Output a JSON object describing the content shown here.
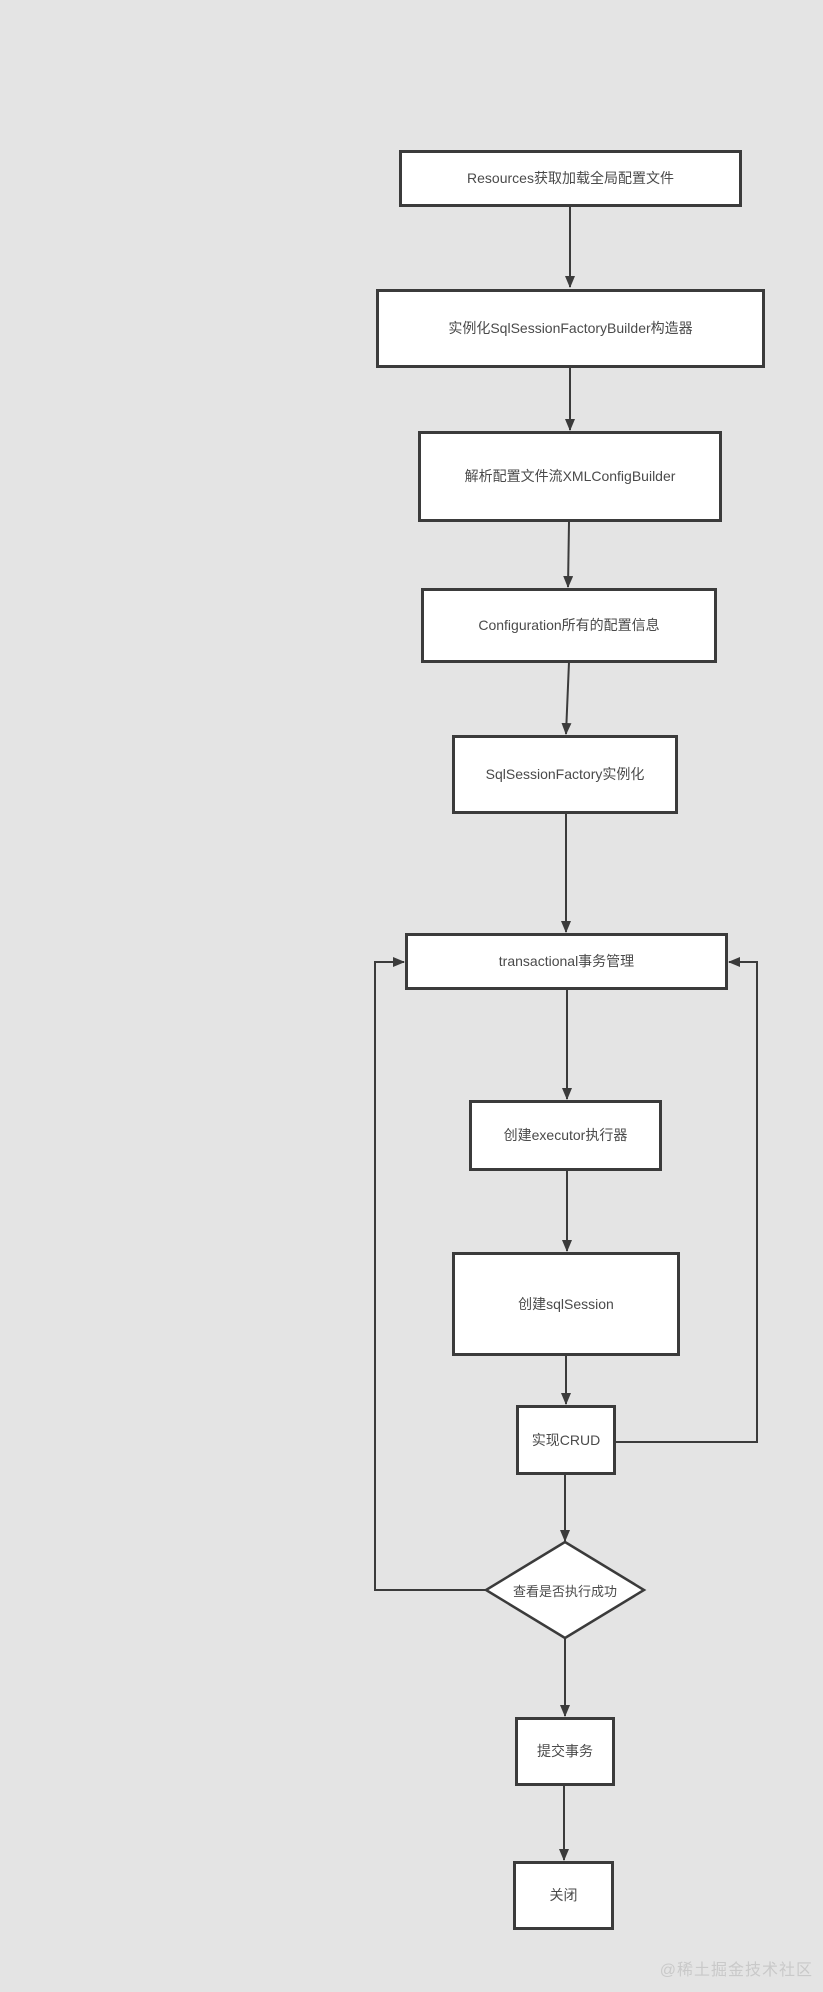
{
  "page": {
    "background_color": "#e4e4e4",
    "node_fill_color": "#ffffff",
    "node_border_color": "#3b3b3b",
    "node_text_color": "#4a4a4a",
    "connector_color": "#3b3b3b"
  },
  "flowchart": {
    "nodes": [
      {
        "id": "resources",
        "type": "process",
        "label": "Resources获取加载全局配置文件"
      },
      {
        "id": "builder",
        "type": "process",
        "label": "实例化SqlSessionFactoryBuilder构造器"
      },
      {
        "id": "xmlconfig",
        "type": "process",
        "label": "解析配置文件流XMLConfigBuilder"
      },
      {
        "id": "configuration",
        "type": "process",
        "label": "Configuration所有的配置信息"
      },
      {
        "id": "sqlsessionfactory",
        "type": "process",
        "label": "SqlSessionFactory实例化"
      },
      {
        "id": "transactional",
        "type": "process",
        "label": "transactional事务管理"
      },
      {
        "id": "executor",
        "type": "process",
        "label": "创建executor执行器"
      },
      {
        "id": "sqlsession",
        "type": "process",
        "label": "创建sqlSession"
      },
      {
        "id": "crud",
        "type": "process",
        "label": "实现CRUD"
      },
      {
        "id": "success-check",
        "type": "decision",
        "label": "查看是否执行成功"
      },
      {
        "id": "commit",
        "type": "process",
        "label": "提交事务"
      },
      {
        "id": "close",
        "type": "process",
        "label": "关闭"
      }
    ],
    "edges": [
      {
        "from": "resources",
        "to": "builder"
      },
      {
        "from": "builder",
        "to": "xmlconfig"
      },
      {
        "from": "xmlconfig",
        "to": "configuration"
      },
      {
        "from": "configuration",
        "to": "sqlsessionfactory"
      },
      {
        "from": "sqlsessionfactory",
        "to": "transactional"
      },
      {
        "from": "transactional",
        "to": "executor"
      },
      {
        "from": "executor",
        "to": "sqlsession"
      },
      {
        "from": "sqlsession",
        "to": "crud"
      },
      {
        "from": "crud",
        "to": "success-check"
      },
      {
        "from": "success-check",
        "to": "commit"
      },
      {
        "from": "commit",
        "to": "close"
      },
      {
        "from": "success-check",
        "to": "transactional",
        "route": "left-loop"
      },
      {
        "from": "crud",
        "to": "transactional",
        "route": "right-loop"
      }
    ]
  },
  "watermark": {
    "text": "@稀土掘金技术社区",
    "color": "#c9c9c9"
  }
}
